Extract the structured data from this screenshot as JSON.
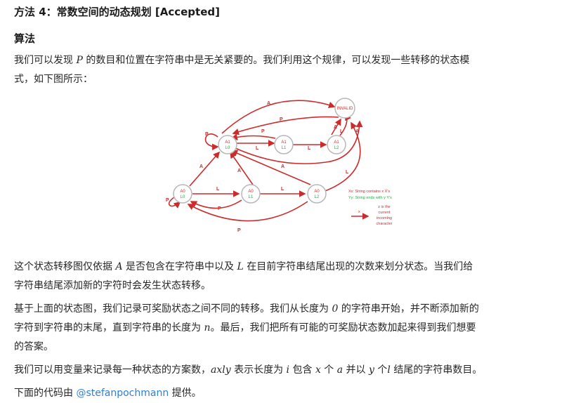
{
  "title": "方法 4：常数空间的动态规划 [Accepted]",
  "section_heading": "算法",
  "p1": {
    "before": "我们可以发现 ",
    "var": "P",
    "after_line1": " 的数目和位置在字符串中是无关紧要的。我们利用这个规律，可以发现一些转移的状态模",
    "line2": "式，如下图所示："
  },
  "diagram": {
    "states": {
      "invalid": "INVALID",
      "a0l0_top": "A0",
      "a0l0_bot": "L0",
      "a0l1_top": "A0",
      "a0l1_bot": "L1",
      "a0l2_top": "A0",
      "a0l2_bot": "L2",
      "a1l0_top": "A1",
      "a1l0_bot": "L0",
      "a1l1_top": "A1",
      "a1l1_bot": "L1",
      "a1l2_top": "A1",
      "a1l2_bot": "L2"
    },
    "edge_labels": {
      "A": "A",
      "L": "L",
      "P": "P"
    },
    "legend": {
      "line1": "Xx: String contains x X's",
      "line2": "Yy: String ends with y Y's",
      "arrow_label": "x",
      "desc1": "z is the",
      "desc2": "current",
      "desc3": "incoming",
      "desc4": "character"
    },
    "colors": {
      "arrow": "#cc2b2b",
      "green": "#2ba84a",
      "node_stroke": "#b7b7b7"
    }
  },
  "p2": {
    "s1": "这个状态转移图仅依据 ",
    "v1": "A",
    "s2": " 是否包含在字符串中以及 ",
    "v2": "L",
    "s3": " 在目前字符串结尾出现的次数来划分状态。当我们给",
    "line2": "字符串结尾添加新的字符时会发生状态转移。"
  },
  "p3": {
    "s1": "基于上面的状态图，我们记录可奖励状态之间不同的转移。我们从长度为 ",
    "v1": "0",
    "s2": " 的字符串开始，并不断添加新的",
    "l2a": "字符到字符串的末尾，直到字符串的长度为 ",
    "v2": "n",
    "l2b": "。最后，我们把所有可能的可奖励状态数加起来得到我们想要",
    "line3": "的答案。"
  },
  "p4": {
    "s1": "我们可以用变量来记录每一种状态的方案数，",
    "v1": "axly",
    "s2": " 表示长度为 ",
    "v2": "i",
    "s3": " 包含 ",
    "v3": "x",
    "s4": " 个 ",
    "v4": "a",
    "s5": " 并以 ",
    "v5": "y",
    "s6": " 个",
    "v6": "l",
    "s7": " 结尾的字符串数目。"
  },
  "p5": {
    "s1": "下面的代码由 ",
    "link": "@stefanpochmann",
    "s2": " 提供。"
  }
}
